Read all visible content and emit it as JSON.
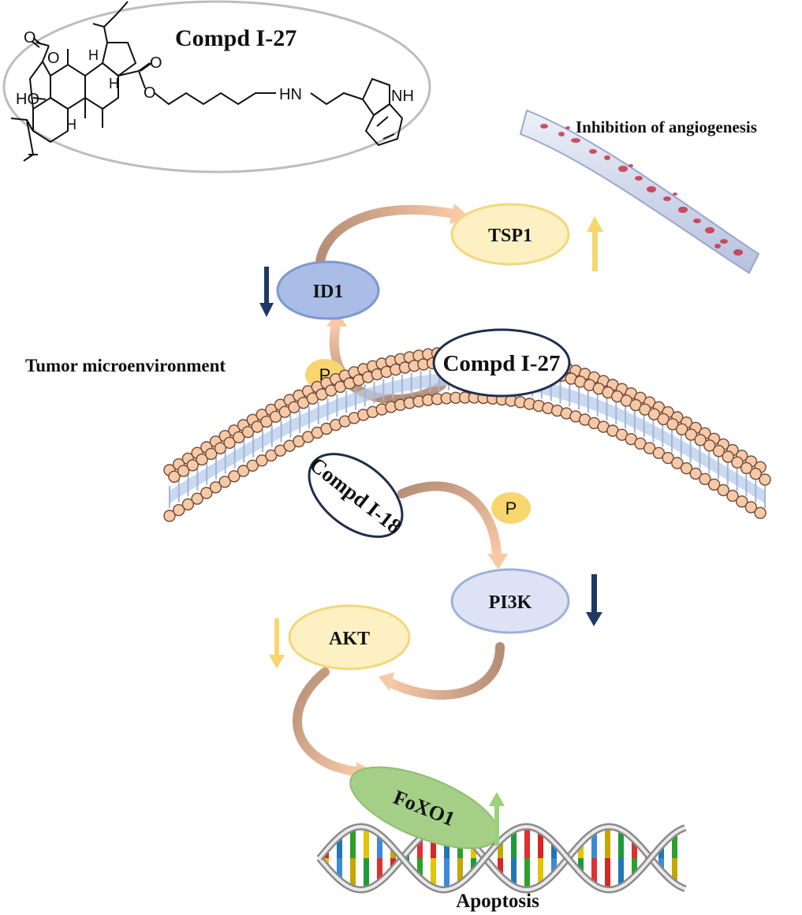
{
  "figure": {
    "compound_title": "Compd I-27",
    "structure_atoms": {
      "ketone_o": "O",
      "ring_o": "O",
      "hydroxyl": "HO",
      "h_1": "H",
      "h_2": "H",
      "h_3": "H",
      "ester_o_top": "O",
      "ester_o": "O",
      "amine": "HN",
      "indole_nh": "NH"
    },
    "labels": {
      "angiogenesis": "Inhibition of angiogenesis",
      "tumor_microenvironment": "Tumor microenvironment",
      "apoptosis": "Apoptosis",
      "membrane_compound_top": "Compd I-27",
      "membrane_compound_bottom": "Compd I-18"
    },
    "nodes": {
      "tsp1": "TSP1",
      "id1": "ID1",
      "pi3k": "PI3K",
      "akt": "AKT",
      "foxo1": "FoXO1"
    },
    "phospho": {
      "upper": "P",
      "lower": "P"
    },
    "regulation": {
      "tsp1": "up",
      "id1": "down",
      "pi3k": "down",
      "akt": "down",
      "foxo1": "up"
    },
    "colors": {
      "id1_fill": "#a9bde6",
      "tsp1_fill": "#fdf1c4",
      "pi3k_fill": "#dde3f4",
      "akt_fill": "#fdf1c4",
      "foxo1_fill": "#a5cf86",
      "down_arrow": "#1f3864",
      "up_arrow_yellow": "#f9d56e",
      "up_arrow_green": "#9ad17a",
      "phospho_fill": "#f9d56e",
      "lipid_head": "#f8c9a6",
      "lipid_tail": "#b8cce8"
    }
  }
}
